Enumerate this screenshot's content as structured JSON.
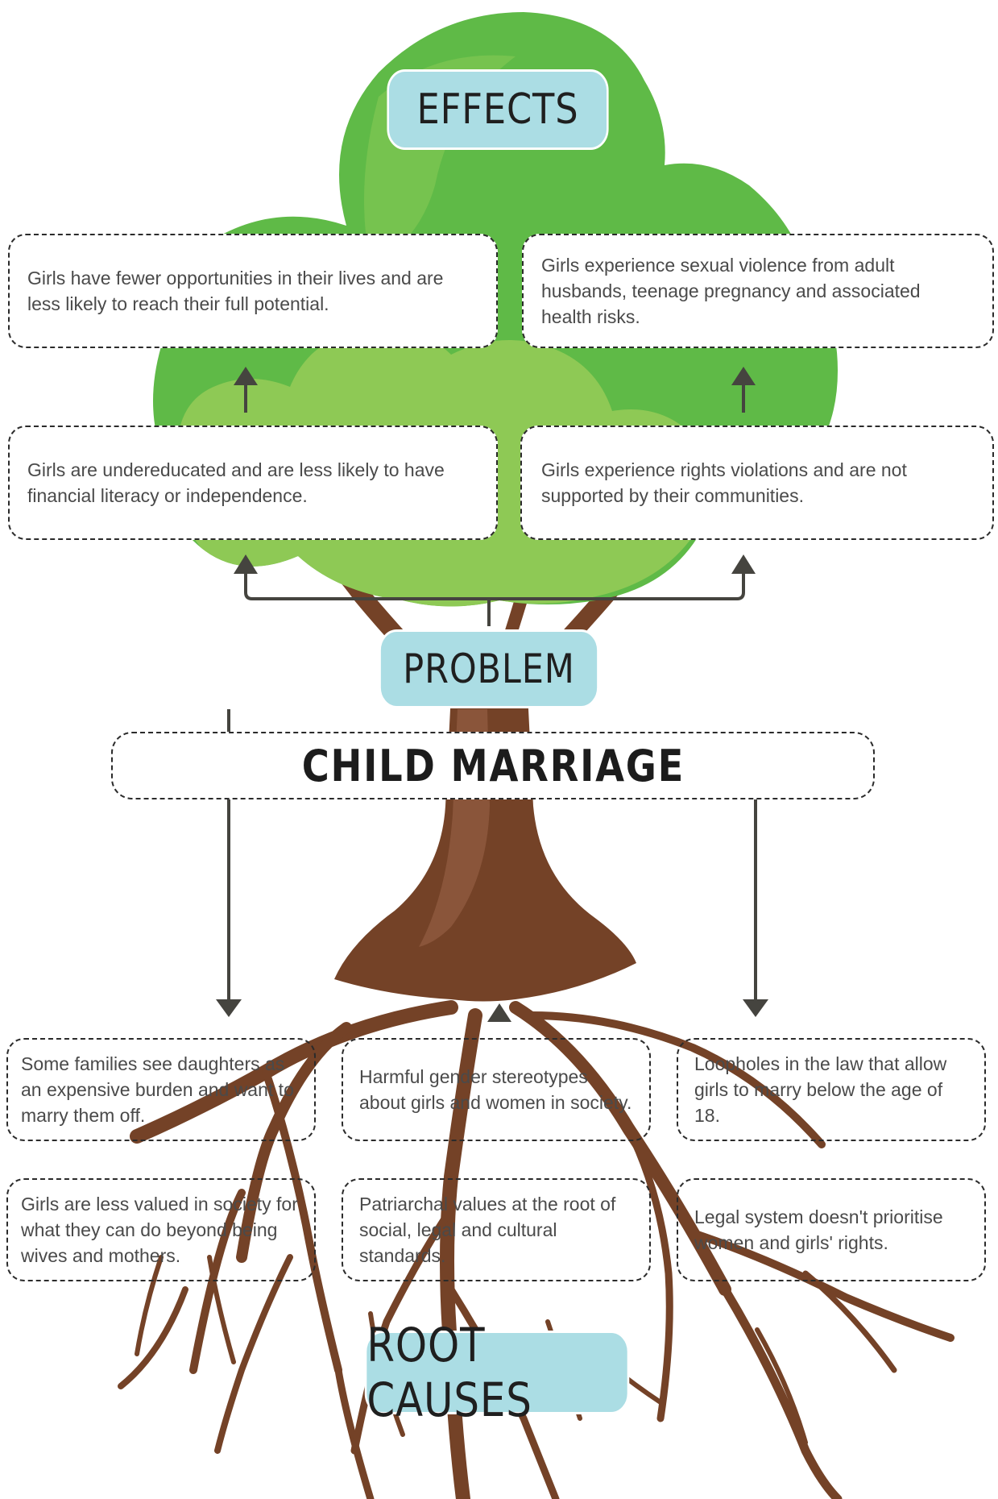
{
  "labels": {
    "effects": "EFFECTS",
    "problem": "PROBLEM",
    "root_causes": "ROOT CAUSES"
  },
  "problem_title": "CHILD MARRIAGE",
  "effects": [
    "Girls have fewer opportunities in their lives and are less likely to reach their full potential.",
    "Girls experience sexual violence from adult husbands, teenage pregnancy and associated health risks.",
    "Girls are undereducated and are less likely to have financial literacy or independence.",
    "Girls experience rights violations and are not supported by their communities."
  ],
  "causes": [
    "Some families see daughters as an expensive burden and want to marry them off.",
    "Harmful gender stereotypes about girls and women in society.",
    "Loopholes in the law that allow girls to marry below the age of 18.",
    "Girls are less valued in society for what they can do beyond being wives and mothers.",
    "Patriarchal values at the root of social, legal and cultural standards.",
    "Legal system doesn't prioritise women and girls' rights."
  ],
  "colors": {
    "canopy_dark": "#5fba47",
    "canopy_light": "#8ec955",
    "trunk": "#744227",
    "trunk_highlight": "#8a553a",
    "label_fill": "#abdde4",
    "arrow": "#45443f",
    "dash": "#2b2b2b"
  }
}
